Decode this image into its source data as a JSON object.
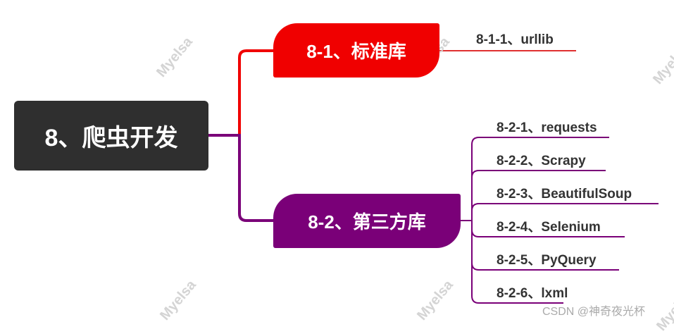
{
  "root": {
    "label": "8、爬虫开发"
  },
  "branches": [
    {
      "label": "8-1、标准库",
      "color": "#f00000",
      "leaves": [
        "8-1-1、urllib"
      ]
    },
    {
      "label": "8-2、第三方库",
      "color": "#7a0078",
      "leaves": [
        "8-2-1、requests",
        "8-2-2、Scrapy",
        "8-2-3、BeautifulSoup",
        "8-2-4、Selenium",
        "8-2-5、PyQuery",
        "8-2-6、lxml"
      ]
    }
  ],
  "watermark": "Myelsa",
  "credit": "CSDN @神奇夜光杯"
}
